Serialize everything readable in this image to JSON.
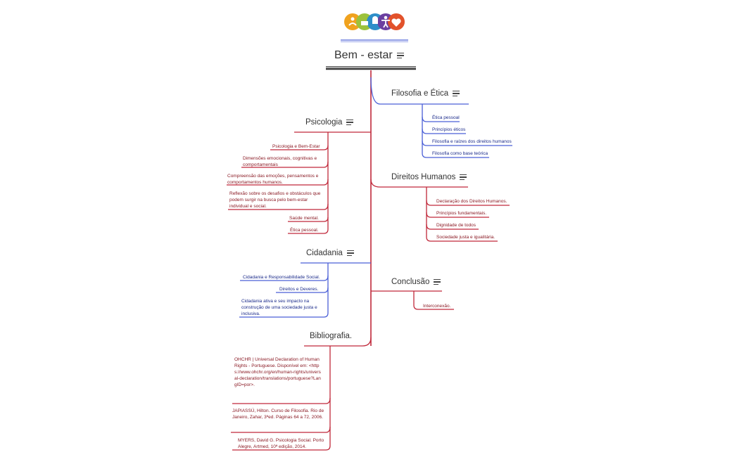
{
  "root": {
    "title": "Bem - estar"
  },
  "colors": {
    "red": "#c0283a",
    "blue": "#4a5fd6",
    "dark": "#333333"
  },
  "topics": {
    "filosofia": {
      "title": "Filosofia e Ética",
      "items": [
        "Ética pessoal",
        "Princípios éticos",
        "Filosofia e raízes dos direitos humanos",
        "Filosofia como base teórica"
      ]
    },
    "psicologia": {
      "title": "Psicologia",
      "items": [
        "Psicologia e Bem-Estar",
        "Dimensões emocionais, cognitivas e comportamentais",
        "Compreensão das emoções, pensamentos e comportamentos humanos.",
        "Reflexão sobre os desafios e obstáculos que podem surgir na busca pelo bem-estar individual e social.",
        "Saúde mental.",
        "Ética pessoal."
      ]
    },
    "direitos": {
      "title": "Direitos Humanos",
      "items": [
        "Declaração dos Direitos Humanos.",
        "Princípios fundamentais.",
        "Dignidade de todos",
        "Sociedade justa e igualitária."
      ]
    },
    "cidadania": {
      "title": "Cidadania",
      "items": [
        "Cidadania e Responsabilidade Social.",
        "Direitos e Deveres.",
        "Cidadania ativa e seu impacto na construção de uma sociedade justa e inclusiva."
      ]
    },
    "conclusao": {
      "title": "Conclusão",
      "items": [
        "Interconexão."
      ]
    },
    "bibliografia": {
      "title": "Bibliografia.",
      "items": [
        "OHCHR | Universal Declaration of Human Rights - Portuguese. Disponível em: <https://www.ohchr.org/en/human-rights/universal-declaration/translations/portuguese?LangID=por>.",
        "JAPIASSÚ, Hilton. Curso de Filosofia. Rio de Janeiro, Zahar, 3ªed. Páginas 64 a 72, 2006.",
        "MYERS, David G. Psicologia Social. Porto Alegre, Artmed, 10ª edição, 2014."
      ]
    }
  }
}
